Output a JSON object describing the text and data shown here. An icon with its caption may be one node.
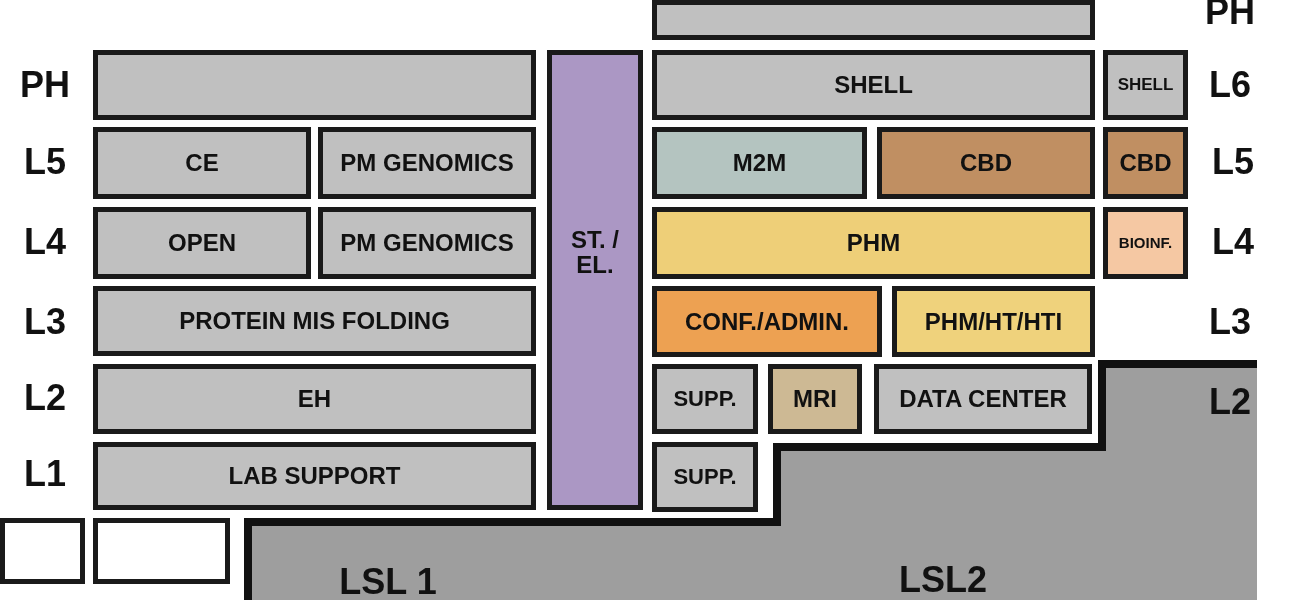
{
  "diagram": {
    "nodes": [
      {
        "text": [],
        "shape": "box"
      },
      {
        "text": [],
        "shape": "box"
      },
      {
        "text": [
          "ST. / EL."
        ]
      },
      {
        "text": [
          "SHELL"
        ]
      },
      {
        "text": [
          "SHELL"
        ]
      },
      {
        "text": [
          "CE"
        ]
      },
      {
        "text": [
          "PM GENOMICS"
        ]
      },
      {
        "text": [
          "M2M"
        ]
      },
      {
        "text": [
          "CBD"
        ]
      },
      {
        "text": [
          "CBD"
        ]
      },
      {
        "text": [
          "OPEN"
        ]
      },
      {
        "text": [
          "PM GENOMICS"
        ]
      },
      {
        "text": [
          "PHM"
        ]
      },
      {
        "text": [
          "BIOINF."
        ]
      },
      {
        "text": [
          "PROTEIN MIS FOLDING"
        ]
      },
      {
        "text": [
          "CONF./ADMIN."
        ]
      },
      {
        "text": [
          "PHM/HT/HTI"
        ]
      },
      {
        "text": [
          "EH"
        ]
      },
      {
        "text": [
          "SUPP."
        ]
      },
      {
        "text": [
          "MRI"
        ]
      },
      {
        "text": [
          "DATA CENTER"
        ]
      },
      {
        "text": [
          "LAB SUPPORT"
        ]
      },
      {
        "text": [
          "SUPP."
        ]
      },
      {
        "text": [],
        "shape": "box"
      },
      {
        "text": [],
        "shape": "box"
      },
      {
        "text": [
          "LSL 1",
          "LSL2"
        ]
      }
    ],
    "labels": [
      "PH",
      "PH",
      "L6",
      "L5",
      "L5",
      "L4",
      "L4",
      "L3",
      "L3",
      "L2",
      "L2",
      "L1"
    ]
  }
}
